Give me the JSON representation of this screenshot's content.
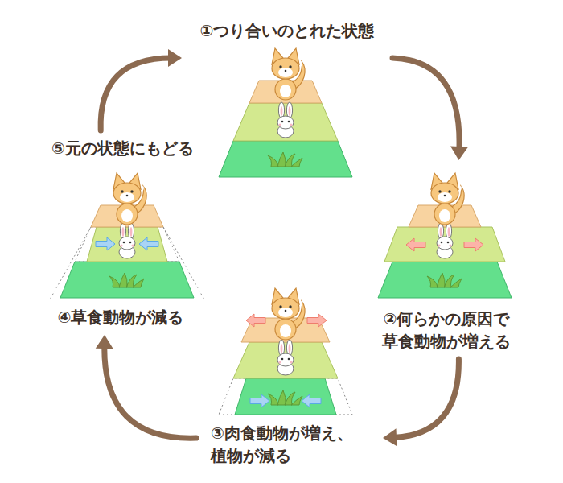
{
  "diagram": {
    "nodes": [
      {
        "text": [
          "①つり合いのとれた状態"
        ]
      },
      {
        "text": [
          "②何らかの原因で 草食動物が増える"
        ]
      },
      {
        "text": [
          "③肉食動物が増え、 植物が減る"
        ]
      },
      {
        "text": [
          "④草食動物が減る"
        ]
      },
      {
        "text": [
          "⑤元の状態にもどる"
        ]
      }
    ],
    "edges": [
      {
        "from": 0,
        "to": 1,
        "arrow": "to"
      },
      {
        "from": 1,
        "to": 2,
        "arrow": "to"
      },
      {
        "from": 2,
        "to": 3,
        "arrow": "to"
      },
      {
        "from": 4,
        "to": 0,
        "arrow": "to"
      }
    ]
  }
}
